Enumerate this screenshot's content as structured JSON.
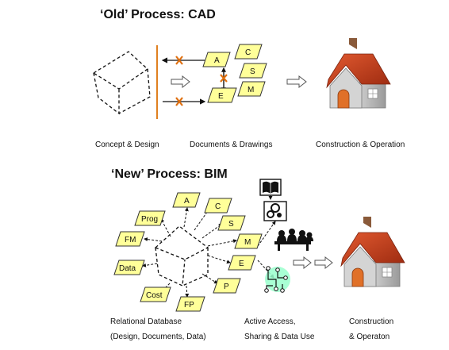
{
  "old": {
    "title": "‘Old’ Process: CAD",
    "labels": {
      "a": "A",
      "c": "C",
      "s": "S",
      "e": "E",
      "m": "M"
    },
    "captions": {
      "concept": "Concept & Design",
      "documents": "Documents & Drawings",
      "construction": "Construction & Operation"
    }
  },
  "new": {
    "title": "‘New’ Process: BIM",
    "labels": {
      "a": "A",
      "c": "C",
      "s": "S",
      "m": "M",
      "e": "E",
      "p": "P",
      "fp": "FP",
      "cost": "Cost",
      "data": "Data",
      "fm": "FM",
      "prog": "Prog"
    },
    "captions": {
      "relational_1": "Relational Database",
      "relational_2": "(Design, Documents, Data)",
      "access_1": "Active Access,",
      "access_2": "Sharing & Data Use",
      "construction_1": "Construction",
      "construction_2": "& Operaton"
    }
  },
  "colors": {
    "tag_fill": "#ffff99",
    "tag_stroke": "#333333",
    "divider": "#e08020",
    "x_mark": "#e07010",
    "roof": "#c8401e",
    "wall": "#b8b8b8",
    "door": "#e07028",
    "globe": "#99ffcc"
  }
}
